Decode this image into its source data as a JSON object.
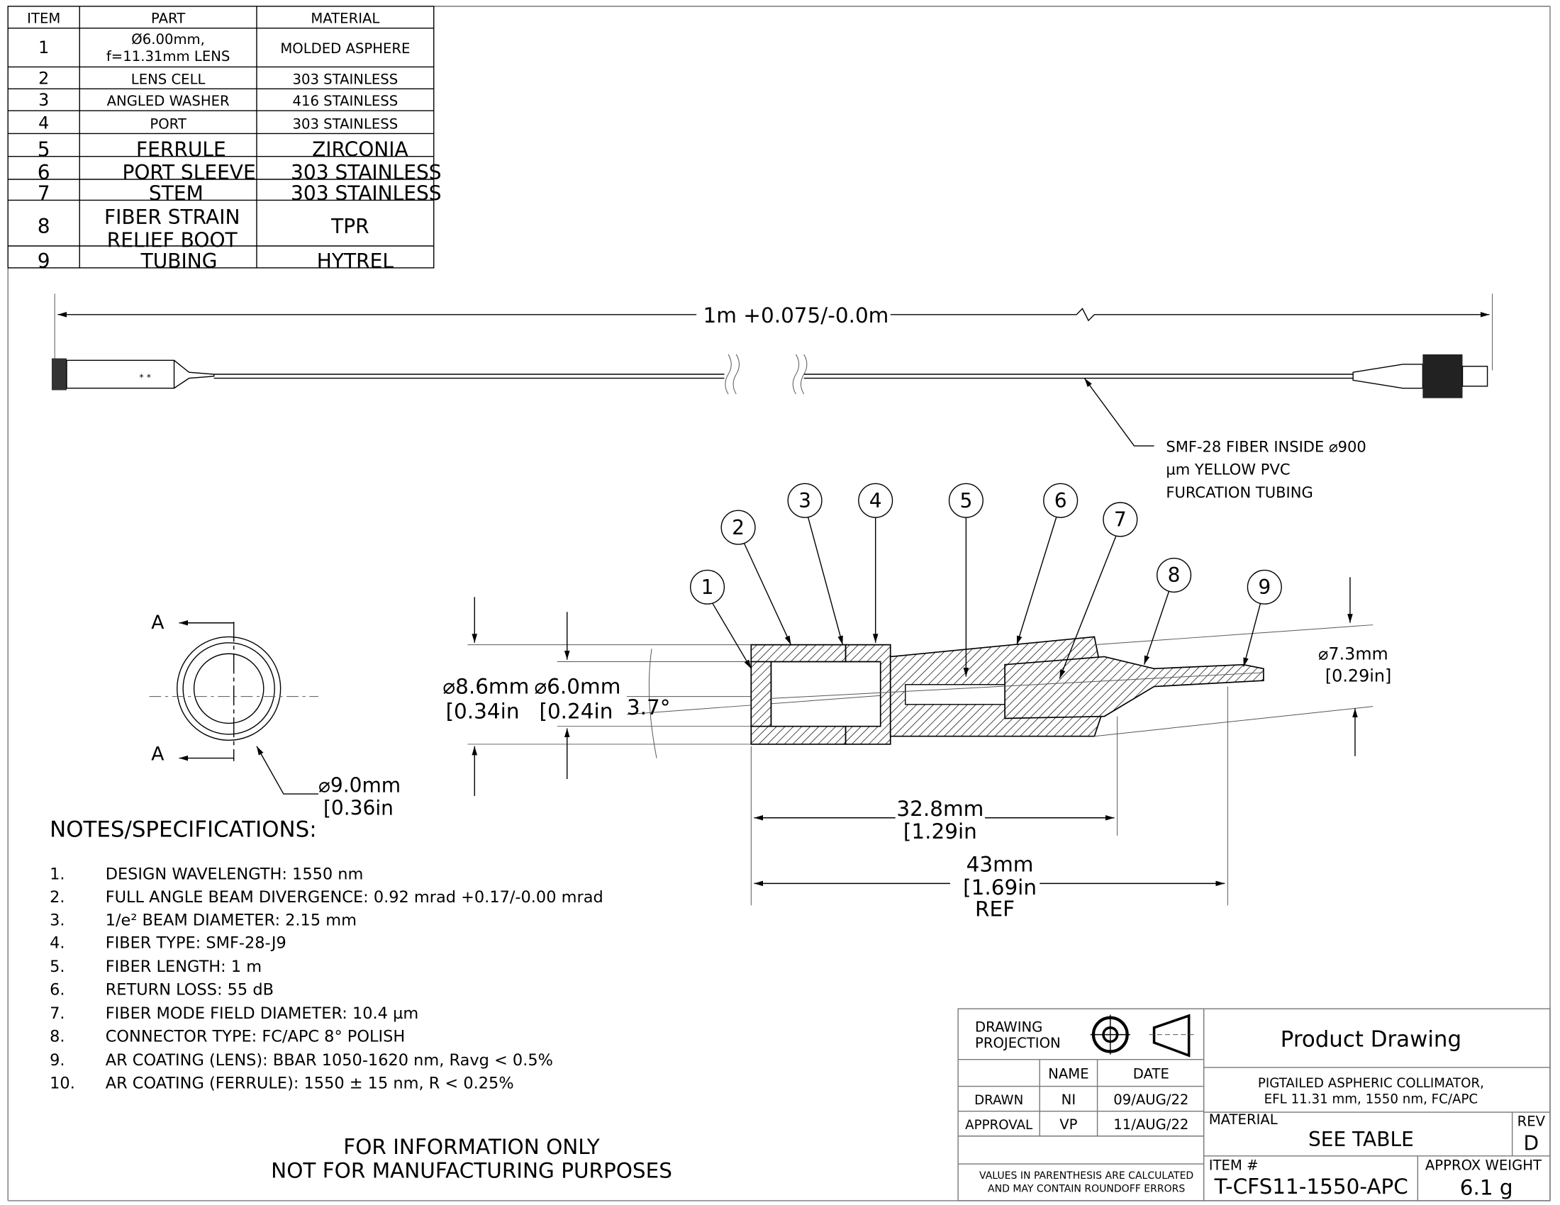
{
  "bom": {
    "headers": [
      "ITEM",
      "PART",
      "MATERIAL"
    ],
    "rows": [
      {
        "item": "1",
        "part": [
          "Ø6.00mm,",
          "f=11.31mm LENS"
        ],
        "material": "MOLDED ASPHERE"
      },
      {
        "item": "2",
        "part": [
          "LENS CELL"
        ],
        "material": "303 STAINLESS"
      },
      {
        "item": "3",
        "part": [
          "ANGLED WASHER"
        ],
        "material": "416 STAINLESS"
      },
      {
        "item": "4",
        "part": [
          "PORT"
        ],
        "material": "303 STAINLESS"
      },
      {
        "item": "5",
        "part": [
          "FERRULE"
        ],
        "material": "ZIRCONIA"
      },
      {
        "item": "6",
        "part": [
          "PORT SLEEVE"
        ],
        "material": "303 STAINLESS"
      },
      {
        "item": "7",
        "part": [
          "STEM"
        ],
        "material": "303 STAINLESS"
      },
      {
        "item": "8",
        "part": [
          "FIBER STRAIN",
          "RELIEF BOOT"
        ],
        "material": "TPR"
      },
      {
        "item": "9",
        "part": [
          "TUBING"
        ],
        "material": "HYTREL"
      }
    ]
  },
  "cable": {
    "length_dim": "1m +0.075/-0.0m",
    "callout": [
      "SMF-28 FIBER INSIDE ⌀900",
      "µm YELLOW PVC",
      "FURCATION TUBING"
    ]
  },
  "section": {
    "balloons": [
      "1",
      "2",
      "3",
      "4",
      "5",
      "6",
      "7",
      "8",
      "9"
    ],
    "dim_od": {
      "mm": "⌀8.6mm",
      "in": "[0.34in"
    },
    "dim_id": {
      "mm": "⌀6.0mm",
      "in": "[0.24in"
    },
    "dim_angle": "3.7°",
    "dim_tube": {
      "mm": "⌀7.3mm",
      "in": "[0.29in]"
    },
    "dim_len1": {
      "mm": "32.8mm",
      "in": "[1.29in"
    },
    "dim_len2": {
      "mm": "43mm",
      "in": "[1.69in",
      "ref": "REF"
    }
  },
  "end_view": {
    "section_label": "A",
    "dim": {
      "mm": "⌀9.0mm",
      "in": "[0.36in"
    }
  },
  "notes": {
    "title": "NOTES/SPECIFICATIONS:",
    "items": [
      {
        "n": "1.",
        "text": "DESIGN WAVELENGTH: 1550 nm"
      },
      {
        "n": "2.",
        "text": "FULL ANGLE BEAM DIVERGENCE: 0.92 mrad +0.17/-0.00 mrad"
      },
      {
        "n": "3.",
        "text": "1/e² BEAM DIAMETER: 2.15 mm"
      },
      {
        "n": "4.",
        "text": "FIBER TYPE: SMF-28-J9"
      },
      {
        "n": "5.",
        "text": "FIBER LENGTH: 1 m"
      },
      {
        "n": "6.",
        "text": "RETURN LOSS: 55 dB"
      },
      {
        "n": "7.",
        "text": "FIBER MODE FIELD DIAMETER: 10.4 µm"
      },
      {
        "n": "8.",
        "text": "CONNECTOR TYPE: FC/APC 8° POLISH"
      },
      {
        "n": "9.",
        "text": "AR COATING (LENS): BBAR 1050-1620 nm, Ravg < 0.5%"
      },
      {
        "n": "10.",
        "text": "AR COATING (FERRULE): 1550 ± 15 nm, R < 0.25%"
      }
    ]
  },
  "disclaimer": [
    "FOR INFORMATION ONLY",
    "NOT FOR MANUFACTURING PURPOSES"
  ],
  "title_block": {
    "projection": [
      "DRAWING",
      "PROJECTION"
    ],
    "name_header": "NAME",
    "date_header": "DATE",
    "drawn": {
      "label": "DRAWN",
      "name": "NI",
      "date": "09/AUG/22"
    },
    "approval": {
      "label": "APPROVAL",
      "name": "VP",
      "date": "11/AUG/22"
    },
    "values_note": [
      "VALUES IN PARENTHESIS ARE CALCULATED",
      "AND MAY CONTAIN ROUNDOFF ERRORS"
    ],
    "title": "Product Drawing",
    "description": [
      "PIGTAILED ASPHERIC COLLIMATOR,",
      "EFL 11.31 mm, 1550 nm, FC/APC"
    ],
    "material_label": "MATERIAL",
    "material": "SEE TABLE",
    "rev_label": "REV",
    "rev": "D",
    "item_label": "ITEM #",
    "item": "T-CFS11-1550-APC",
    "weight_label": "APPROX WEIGHT",
    "weight": "6.1 g"
  }
}
